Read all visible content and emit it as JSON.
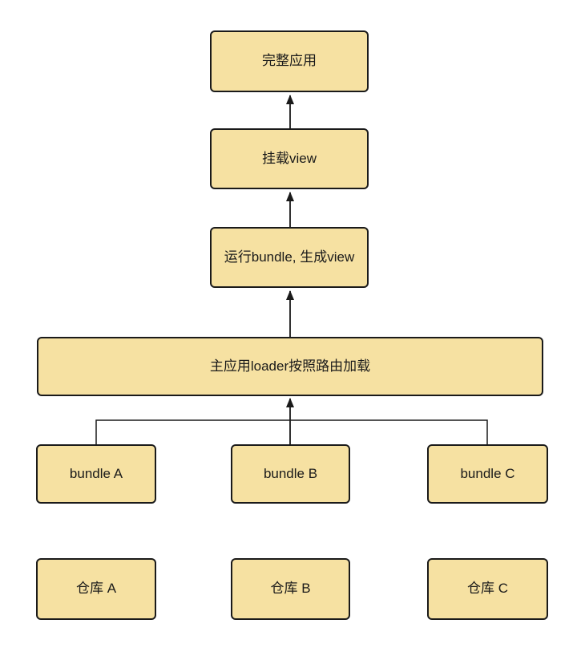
{
  "diagram": {
    "colors": {
      "node_fill": "#f6e1a2",
      "node_border": "#1a1a1a",
      "connector": "#1a1a1a",
      "background": "#ffffff"
    },
    "nodes": {
      "full_app": "完整应用",
      "mount_view": "挂载view",
      "run_bundle": "运行bundle, 生成view",
      "loader": "主应用loader按照路由加载",
      "bundle_a": "bundle A",
      "bundle_b": "bundle B",
      "bundle_c": "bundle C",
      "repo_a": "仓库 A",
      "repo_b": "仓库 B",
      "repo_c": "仓库 C"
    }
  }
}
